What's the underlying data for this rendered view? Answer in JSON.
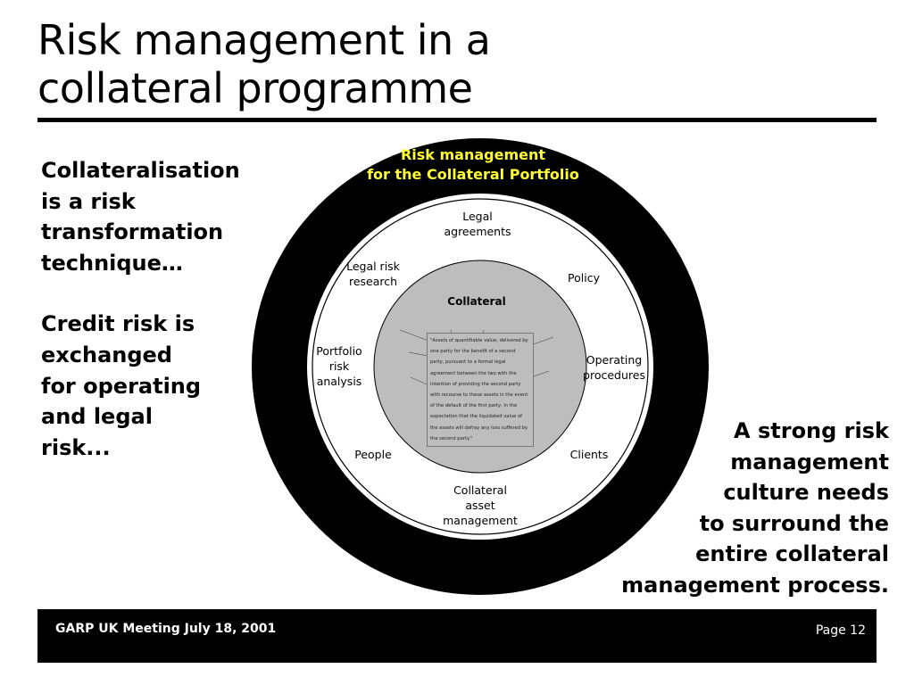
{
  "slide": {
    "title_line1": "Risk management in a",
    "title_line2": "collateral programme"
  },
  "left_text": {
    "para1": [
      "Collateralisation",
      "is a risk",
      "transformation",
      "technique…"
    ],
    "para2": [
      "Credit risk is",
      "exchanged",
      "for operating",
      "and legal",
      "risk..."
    ]
  },
  "right_text": [
    "A strong risk",
    "management",
    "culture needs",
    "to surround the",
    "entire collateral",
    "management process."
  ],
  "diagram": {
    "outer_label_line1": "Risk management",
    "outer_label_line2": "for the Collateral Portfolio",
    "nodes": {
      "legal_agreements": [
        "Legal",
        "agreements"
      ],
      "legal_risk_research": [
        "Legal risk",
        "research"
      ],
      "policy": [
        "Policy"
      ],
      "portfolio_risk_analysis": [
        "Portfolio",
        "risk",
        "analysis"
      ],
      "operating_procedures": [
        "Operating",
        "procedures"
      ],
      "people": [
        "People"
      ],
      "clients": [
        "Clients"
      ],
      "collateral_asset_management": [
        "Collateral",
        "asset",
        "management"
      ]
    },
    "center_title": "Collateral",
    "definition": "\"Assets of quantifiable value, delivered by one party for the benefit of a second party, pursuant to a formal legal agreement between the two with the intention of providing the second party with recourse to these assets in the event of the default of the first party, in the expectation that the liquidated value of the assets will defray any loss suffered by the second party.\""
  },
  "footer": {
    "left": "GARP UK Meeting July 18, 2001",
    "right": "Page 12"
  },
  "colors": {
    "ring": "#000000",
    "ring_label": "#ffff33",
    "center_fill": "#bdbdbd",
    "footer_bg": "#000000"
  }
}
